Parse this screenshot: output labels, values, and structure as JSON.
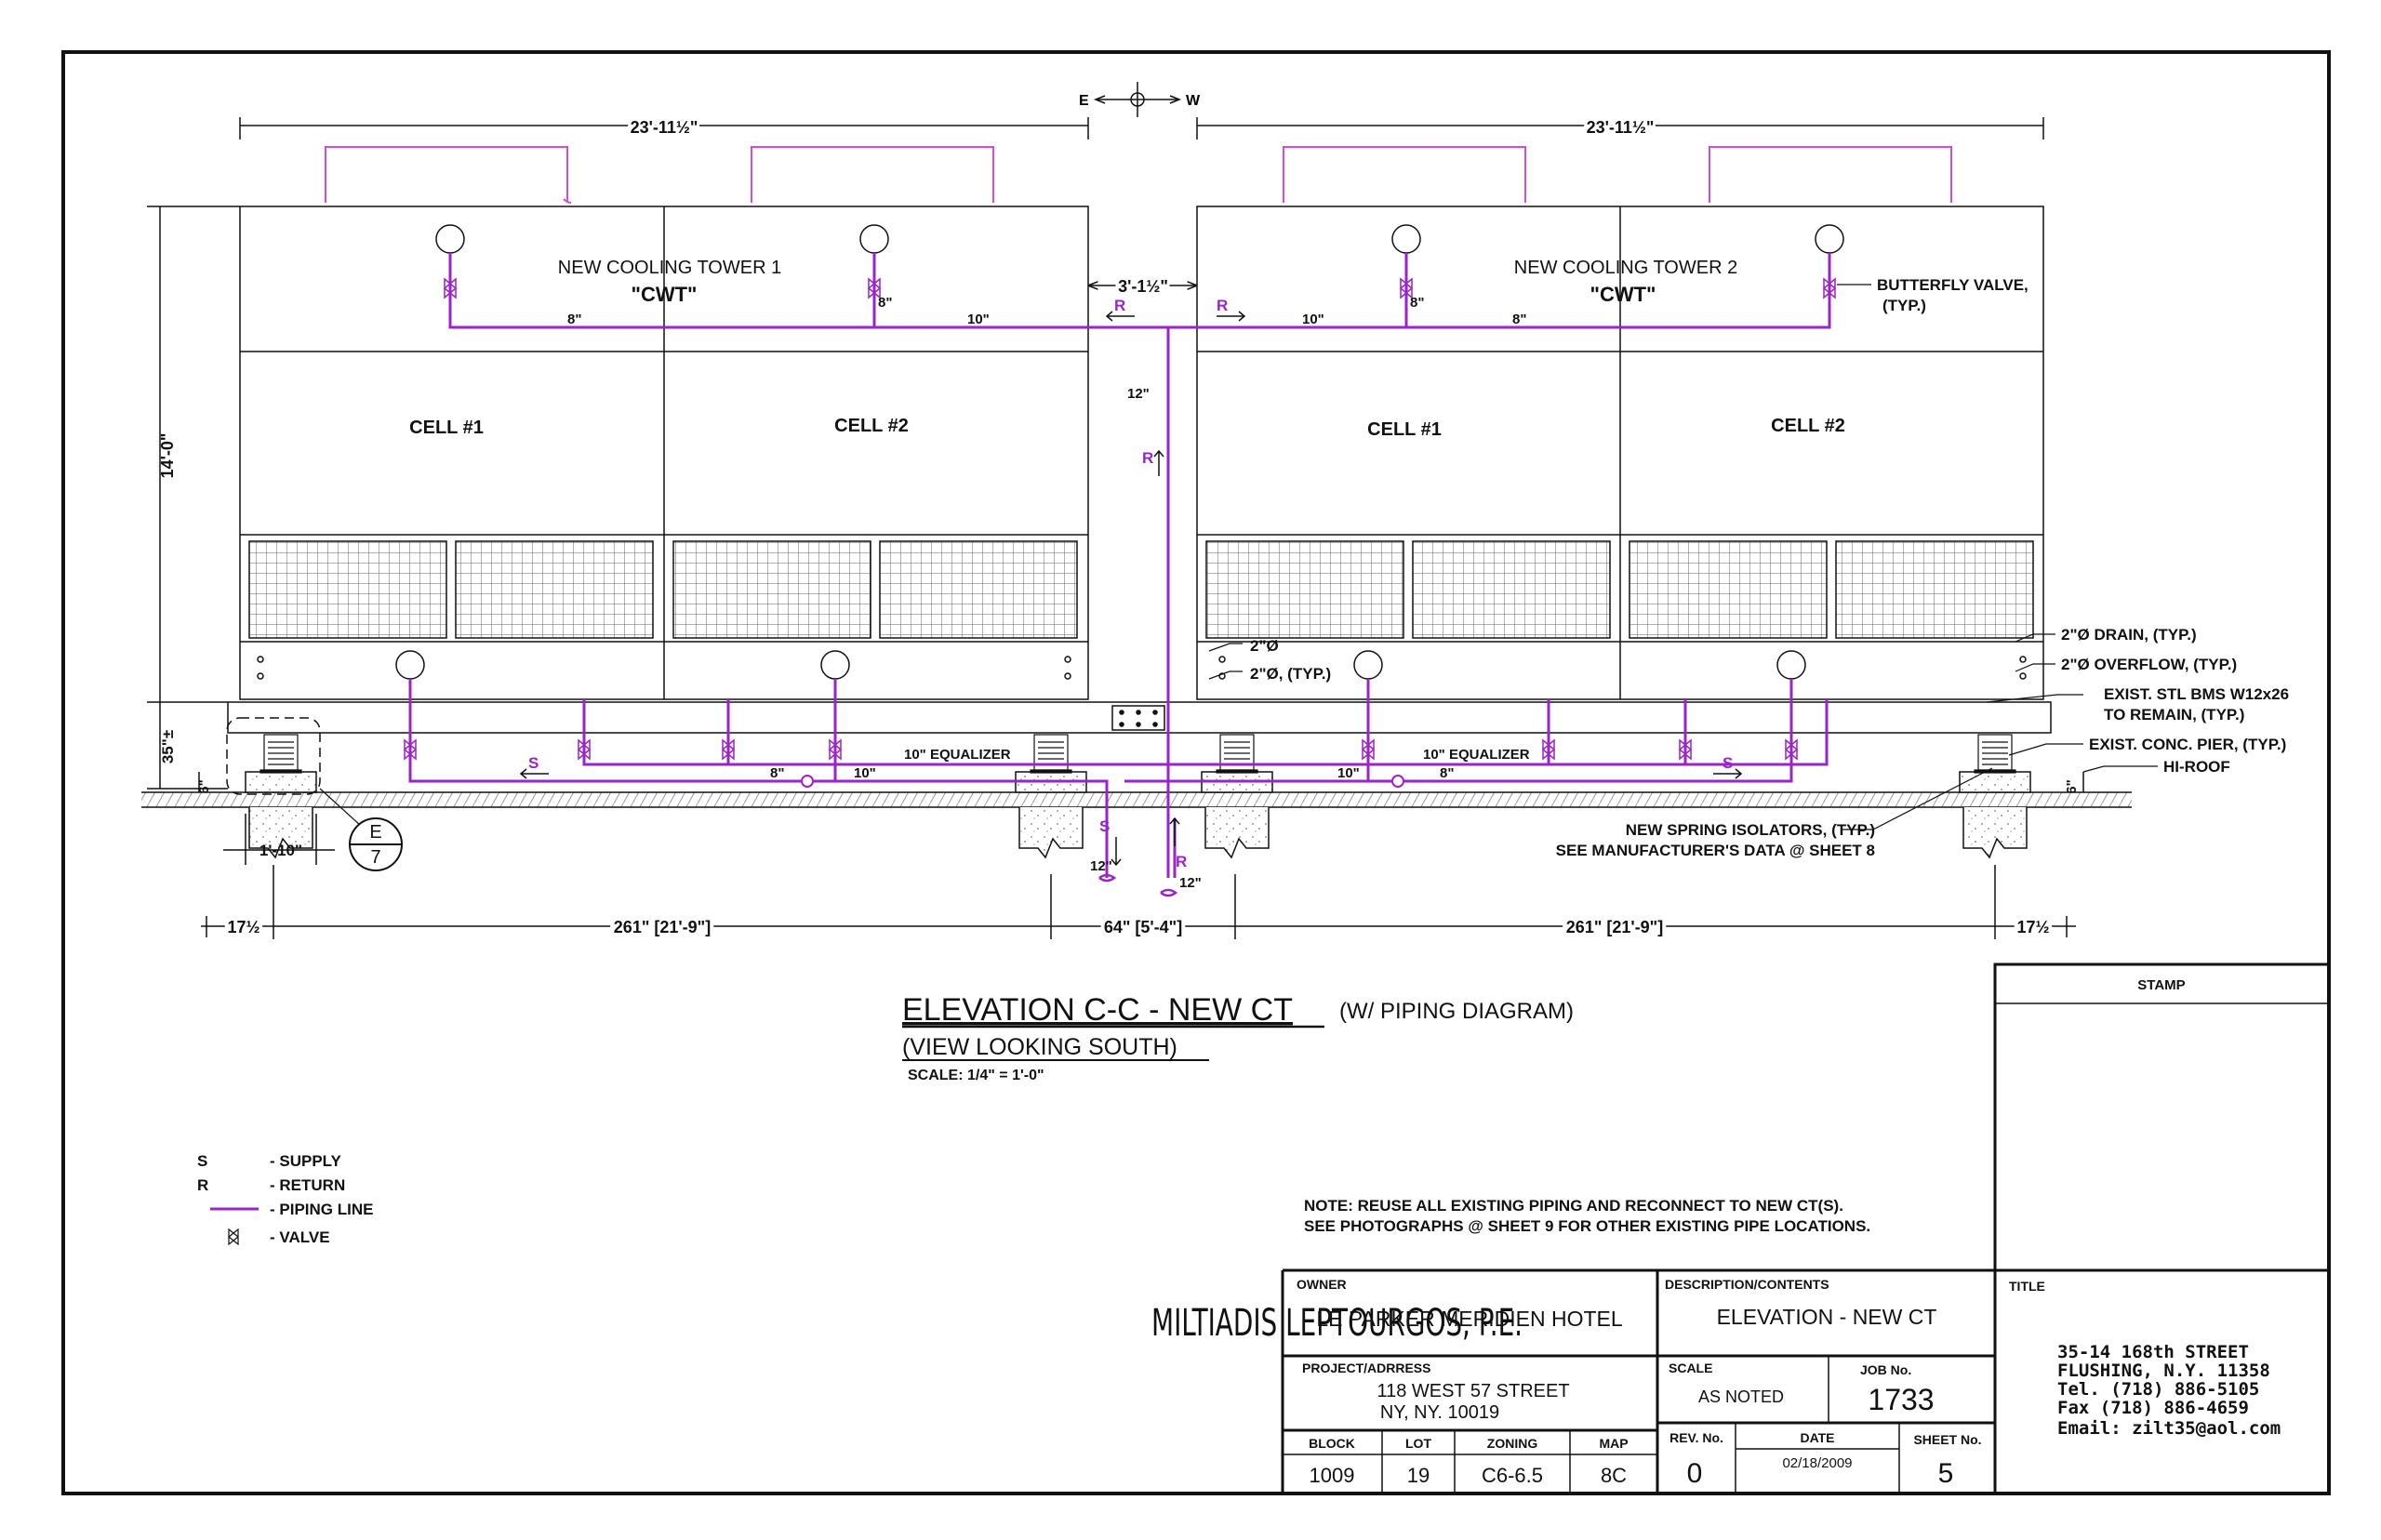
{
  "colors": {
    "pipe": "#9b24c8",
    "pipe_light": "#d64bd6",
    "line": "#111111",
    "paper": "#ffffff"
  },
  "compass": {
    "east": "E",
    "west": "W"
  },
  "dims": {
    "tower_width_1": "23'-11½\"",
    "tower_width_2": "23'-11½\"",
    "gap_between": "3'-1½\"",
    "height": "14'-0\"",
    "pier_height": "35\"±",
    "six_left": "6\"",
    "six_right": "6\"",
    "pier_width": "1'-10\"",
    "bottom": [
      "17½",
      "261\" [21'-9\"]",
      "64\" [5'-4\"]",
      "261\" [21'-9\"]",
      "17½"
    ]
  },
  "tower1": {
    "title": "NEW COOLING TOWER 1",
    "tag": "\"CWT\"",
    "cell1": "CELL #1",
    "cell2": "CELL #2"
  },
  "tower2": {
    "title": "NEW COOLING TOWER 2",
    "tag": "\"CWT\"",
    "cell1": "CELL #1",
    "cell2": "CELL #2"
  },
  "pipe_labels": {
    "r_left": "R",
    "r_right": "R",
    "r_riser": "R",
    "s_left": "S",
    "s_right": "S",
    "s_drop": "S",
    "r_drop": "R",
    "t1_8a": "8\"",
    "t1_8b": "8\"",
    "t1_10": "10\"",
    "t2_10": "10\"",
    "t2_8a": "8\"",
    "t2_8b": "8\"",
    "riser_12": "12\"",
    "eq_left": "10\" EQUALIZER",
    "eq_right": "10\" EQUALIZER",
    "bot_8_left": "8\"",
    "bot_10_left": "10\"",
    "bot_10_right": "10\"",
    "bot_8_right": "8\"",
    "drop_12_s": "12\"",
    "drop_12_r": "12\""
  },
  "callouts": {
    "butterfly": "BUTTERFLY VALVE,",
    "butterfly_typ": "(TYP.)",
    "drain_small": "2\"Ø",
    "drain_small_typ": "2\"Ø, (TYP.)",
    "drain": "2\"Ø DRAIN, (TYP.)",
    "overflow": "2\"Ø OVERFLOW, (TYP.)",
    "beams": "EXIST. STL BMS W12x26",
    "beams2": "TO REMAIN, (TYP.)",
    "pier": "EXIST. CONC. PIER, (TYP.)",
    "hiroof": "HI-ROOF",
    "springs": "NEW SPRING ISOLATORS, (TYP.)",
    "springs2": "SEE MANUFACTURER'S DATA @ SHEET 8"
  },
  "detail_ref": {
    "letter": "E",
    "sheet": "7"
  },
  "title_block": {
    "title": "ELEVATION C-C - NEW CT",
    "title_suffix": "(W/ PIPING DIAGRAM)",
    "subtitle": "(VIEW LOOKING SOUTH)",
    "scale": "SCALE: 1/4\" = 1'-0\""
  },
  "legend": [
    {
      "sym": "S",
      "text": "- SUPPLY"
    },
    {
      "sym": "R",
      "text": "- RETURN"
    },
    {
      "sym": "",
      "text": "- PIPING LINE"
    },
    {
      "sym": "",
      "text": "- VALVE"
    }
  ],
  "note": {
    "line1": "NOTE: REUSE ALL EXISTING PIPING AND RECONNECT TO NEW CT(S).",
    "line2": "SEE PHOTOGRAPHS @ SHEET 9 FOR OTHER EXISTING PIPE LOCATIONS."
  },
  "stamp": "STAMP",
  "info": {
    "owner_label": "OWNER",
    "owner": "LE PARKER MERIDIEN HOTEL",
    "desc_label": "DESCRIPTION/CONTENTS",
    "desc": "ELEVATION - NEW CT",
    "project_label": "PROJECT/ADRRESS",
    "addr1": "118 WEST 57  STREET",
    "addr2": "NY, NY. 10019",
    "scale_label": "SCALE",
    "scale": "AS NOTED",
    "job_label": "JOB No.",
    "job": "1733",
    "block_label": "BLOCK",
    "block": "1009",
    "lot_label": "LOT",
    "lot": "19",
    "zoning_label": "ZONING",
    "zoning": "C6-6.5",
    "map_label": "MAP",
    "map": "8C",
    "rev_label": "REV. No.",
    "rev": "0",
    "date_label": "DATE",
    "date": "02/18/2009",
    "sheet_label": "SHEET No.",
    "sheet": "5"
  },
  "engineer": {
    "title_label": "TITLE",
    "name": "MILTIADIS LEPTOURGOS, P.E.",
    "addr1": "35-14 168th STREET",
    "addr2": "FLUSHING, N.Y. 11358",
    "tel": "Tel. (718) 886-5105",
    "fax": "Fax (718) 886-4659",
    "email": "Email: zilt35@aol.com"
  }
}
